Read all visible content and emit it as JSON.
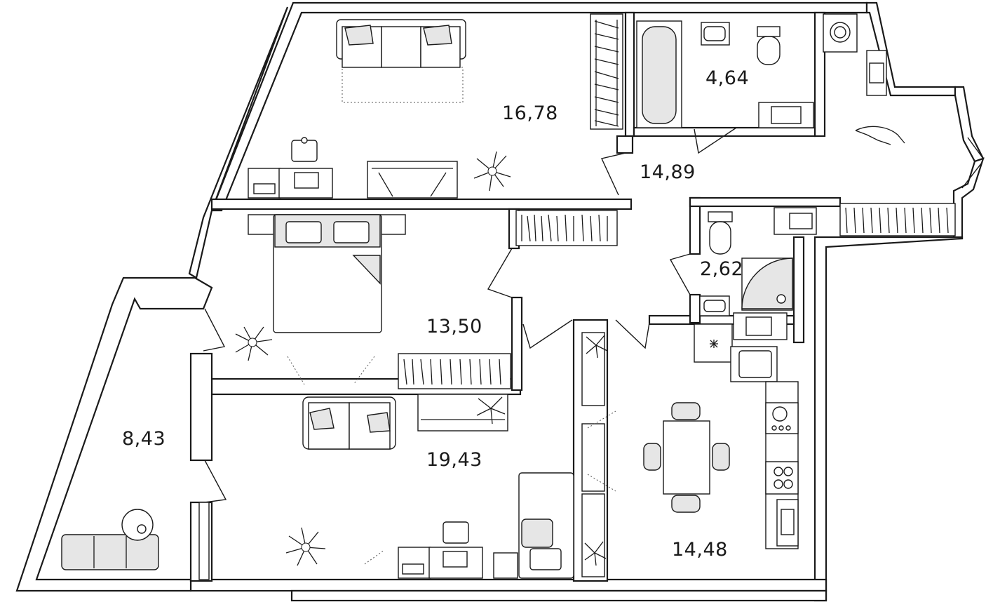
{
  "rooms": [
    {
      "id": "living-top",
      "area": "16,78"
    },
    {
      "id": "bathroom",
      "area": "4,64"
    },
    {
      "id": "hallway",
      "area": "14,89"
    },
    {
      "id": "bedroom",
      "area": "13,50"
    },
    {
      "id": "wc",
      "area": "2,62"
    },
    {
      "id": "balcony",
      "area": "8,43"
    },
    {
      "id": "living-bottom",
      "area": "19,43"
    },
    {
      "id": "kitchen",
      "area": "14,48"
    }
  ]
}
